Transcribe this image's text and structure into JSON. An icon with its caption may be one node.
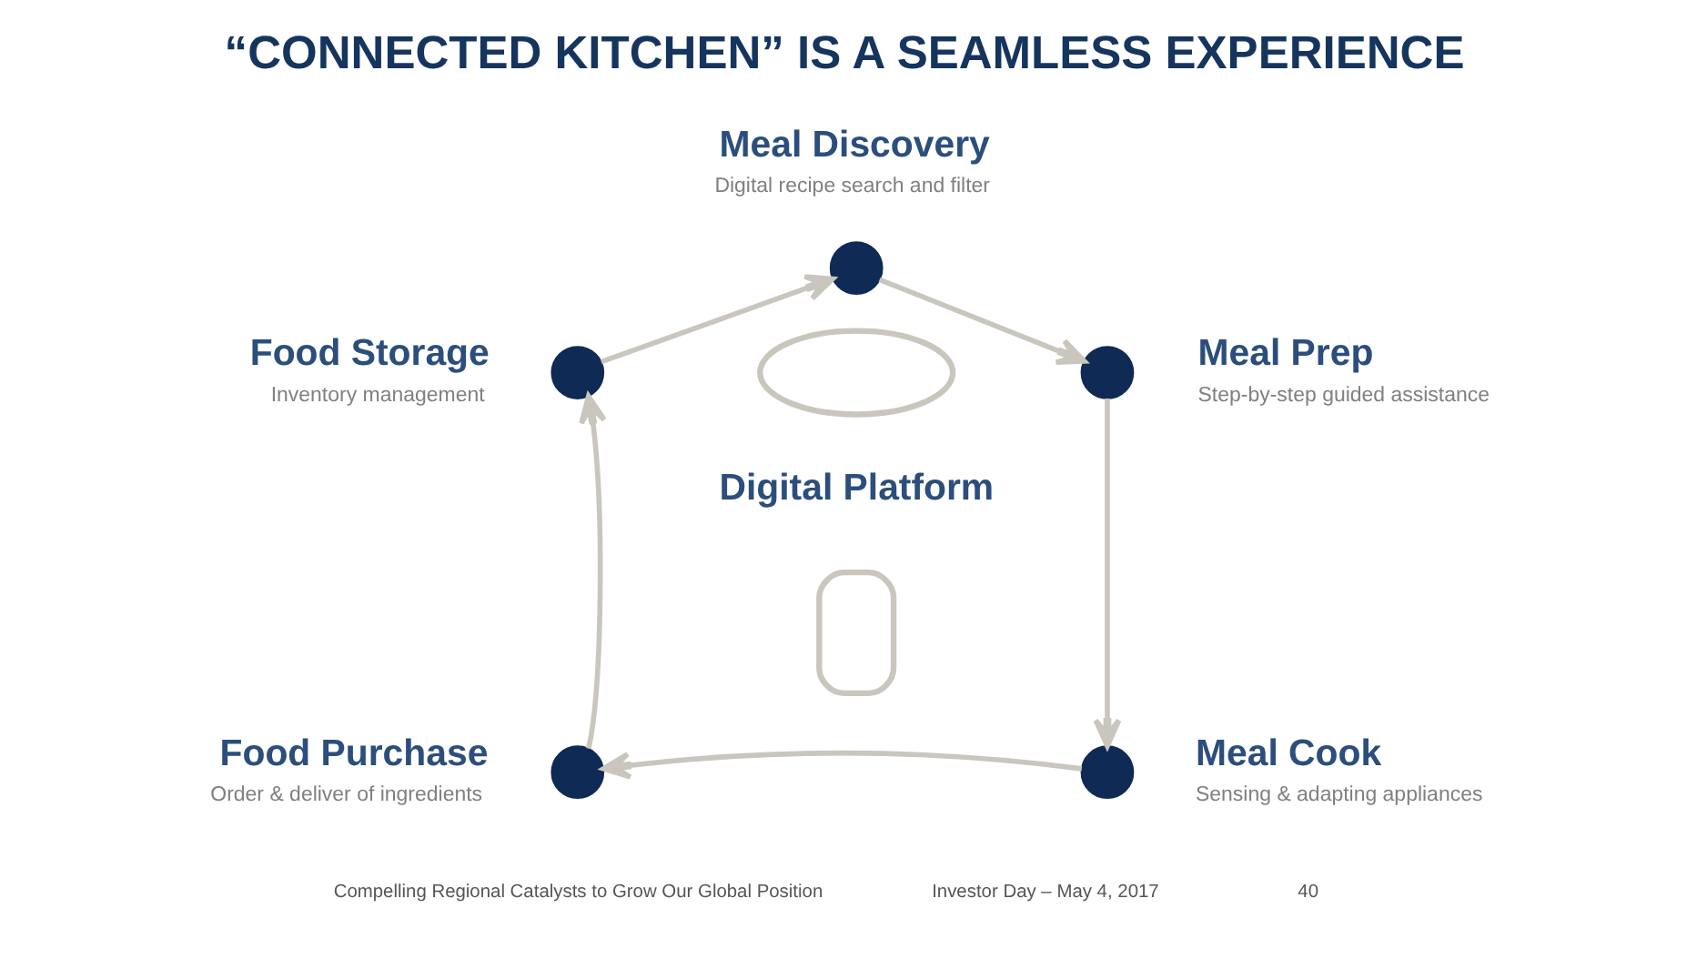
{
  "diagram": {
    "title": "“CONNECTED KITCHEN” IS A SEAMLESS EXPERIENCE",
    "nodes": [
      {
        "text": [],
        "shape": "circle",
        "beside": [
          "Meal Discovery",
          "Digital recipe search and filter"
        ]
      },
      {
        "text": [],
        "shape": "circle",
        "beside": [
          "Food Storage",
          "Inventory management"
        ]
      },
      {
        "text": [],
        "shape": "circle",
        "beside": [
          "Meal Prep",
          "Step-by-step guided assistance"
        ]
      },
      {
        "text": [],
        "shape": "cloud"
      },
      {
        "text": [],
        "shape": "tablet"
      },
      {
        "text": [],
        "shape": "circle",
        "beside": [
          "Food Purchase",
          "Order & deliver of ingredients"
        ]
      },
      {
        "text": [],
        "shape": "circle",
        "beside": [
          "Meal Cook",
          "Sensing & adapting appliances"
        ]
      }
    ],
    "edges": [
      {
        "from": 0,
        "to": 2,
        "arrow": "to"
      },
      {
        "from": 2,
        "to": 6,
        "arrow": "to"
      },
      {
        "from": 6,
        "to": 5,
        "arrow": "to"
      },
      {
        "from": 5,
        "to": 1,
        "arrow": "to"
      },
      {
        "from": 1,
        "to": 0,
        "arrow": "to"
      }
    ],
    "labels": [
      "Digital Platform",
      "Compelling Regional Catalysts to Grow Our Global Position",
      "Investor Day – May 4, 2017",
      "40"
    ]
  }
}
